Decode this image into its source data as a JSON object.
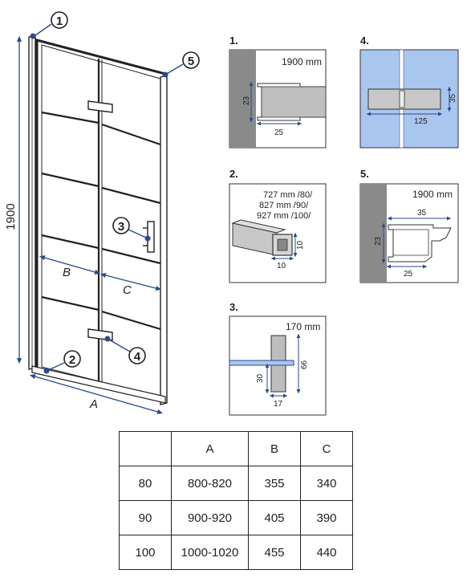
{
  "main": {
    "height_label": "1900",
    "markers": [
      "1",
      "2",
      "3",
      "4",
      "5"
    ],
    "dim_A": "A",
    "dim_B": "B",
    "dim_C": "C"
  },
  "details": [
    {
      "num": "1.",
      "note": "1900 mm",
      "dims": [
        "23",
        "25"
      ]
    },
    {
      "num": "2.",
      "note_lines": [
        "727 mm /80/",
        "827 mm /90/",
        "927 mm /100/"
      ],
      "dims": [
        "10",
        "10"
      ]
    },
    {
      "num": "3.",
      "note": "170 mm",
      "dims": [
        "30",
        "66",
        "17"
      ]
    },
    {
      "num": "4.",
      "dims": [
        "125",
        "35"
      ]
    },
    {
      "num": "5.",
      "note": "1900 mm",
      "dims": [
        "35",
        "23",
        "25"
      ]
    }
  ],
  "colors": {
    "detail_blue": "#a9c6ef",
    "wall_gray": "#8a8a8a",
    "dim_blue": "#2a4a8a"
  },
  "table": {
    "headers": [
      "",
      "A",
      "B",
      "C"
    ],
    "rows": [
      [
        "80",
        "800-820",
        "355",
        "340"
      ],
      [
        "90",
        "900-920",
        "405",
        "390"
      ],
      [
        "100",
        "1000-1020",
        "455",
        "440"
      ]
    ]
  }
}
